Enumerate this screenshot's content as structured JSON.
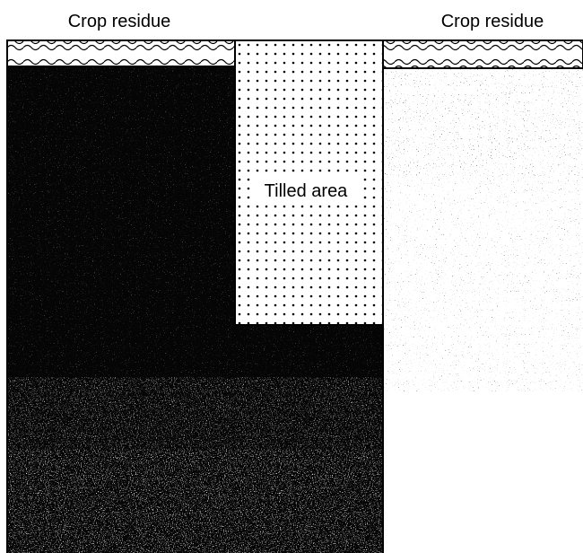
{
  "labels": {
    "left_residue": "Crop residue",
    "right_residue": "Crop residue",
    "tilled": "Tilled area"
  }
}
